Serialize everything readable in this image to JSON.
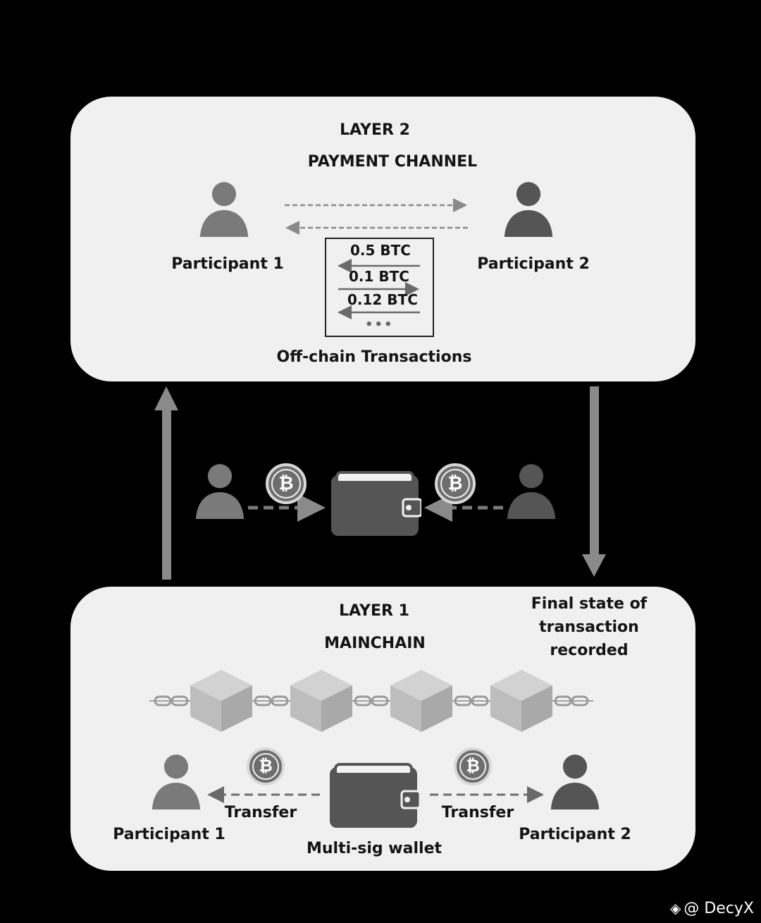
{
  "layer2": {
    "title": "LAYER 2",
    "subtitle": "PAYMENT CHANNEL",
    "participant_1": "Participant  1",
    "participant_2": "Participant  2",
    "transactions": [
      "0.5 BTC",
      "0.1 BTC",
      "0.12 BTC"
    ],
    "ellipsis": "•••",
    "caption": "Off-chain Transactions"
  },
  "layer1": {
    "title": "LAYER 1",
    "subtitle": "MAINCHAIN",
    "final_state": [
      "Final state of",
      "transaction",
      "recorded"
    ],
    "participant_1": "Participant  1",
    "participant_2": "Participant  2",
    "transfer_left": "Transfer",
    "transfer_right": "Transfer",
    "wallet_label": "Multi-sig wallet"
  },
  "icons": {
    "coin_symbol": "₿"
  },
  "watermark": {
    "mark": "◈",
    "text": "@ DecyX"
  }
}
